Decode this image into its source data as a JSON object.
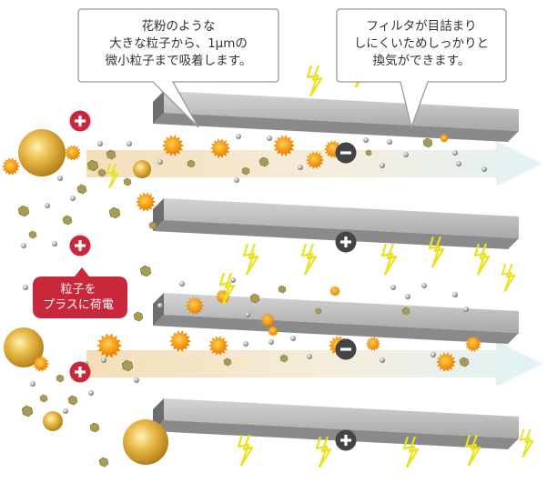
{
  "callouts": {
    "left": {
      "line1": "花粉のような",
      "line2": "大きな粒子から、1μmの",
      "line3": "微小粒子まで吸着します。"
    },
    "right": {
      "line1": "フィルタが目詰まり",
      "line2": "しにくいためしっかりと",
      "line3": "換気ができます。"
    }
  },
  "charge_label": {
    "line1": "粒子を",
    "line2": "プラスに荷電"
  },
  "colors": {
    "plate_top": "#c9c9c9",
    "plate_side": "#8c8c8c",
    "plate_edge": "#6f6f6f",
    "callout_fill": "#ffffff",
    "callout_stroke": "#9a9a9a",
    "charge_red": "#c8283a",
    "minus_dark": "#444444",
    "lightning": "#e8e820",
    "pollen": "#d9a93a",
    "orange_particle": "#f08a00",
    "olive_particle": "#a49a55",
    "small_particle": "#a9a9a9",
    "flow_arrow": "#f5e3c3"
  },
  "icons": [
    "plus-icon",
    "minus-icon",
    "lightning-icon",
    "pollen-icon",
    "spiky-particle-icon"
  ]
}
